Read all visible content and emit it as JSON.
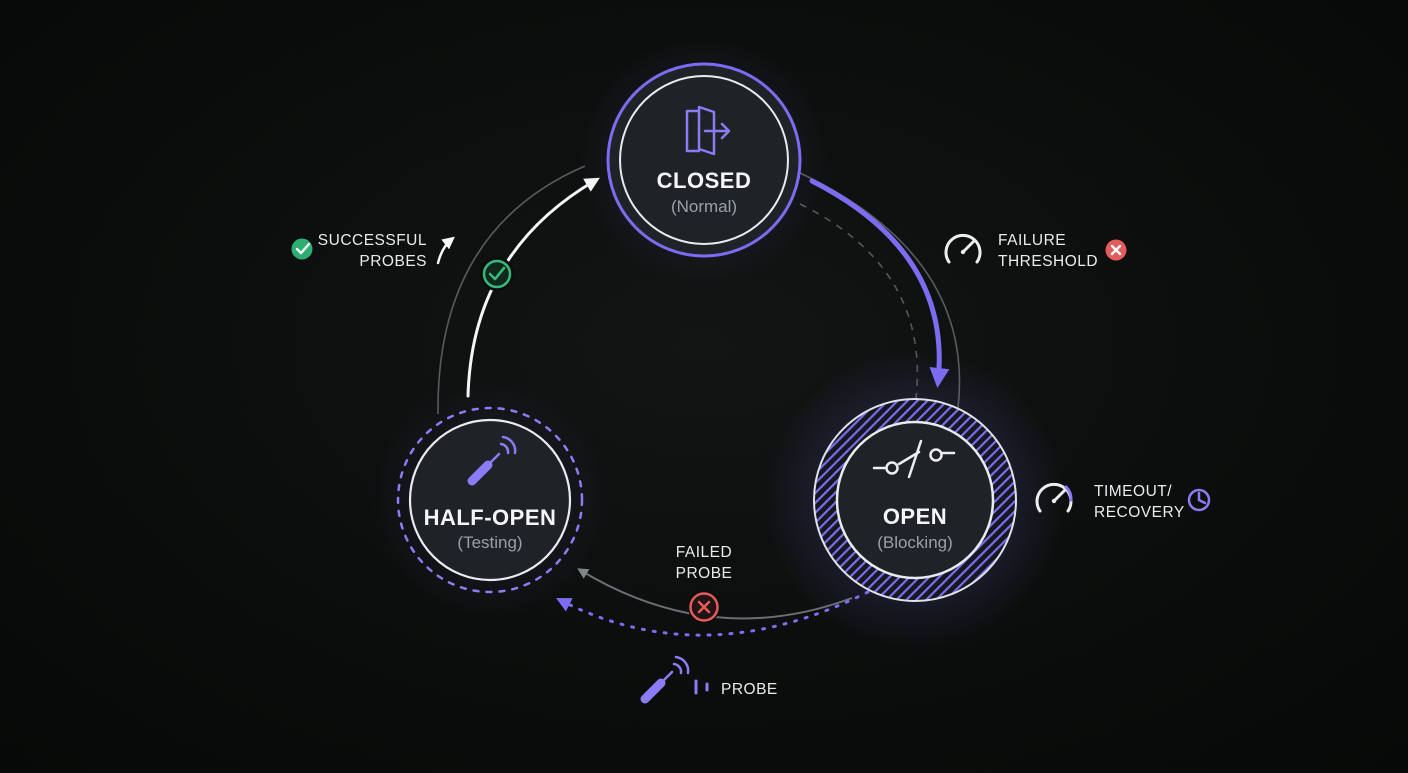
{
  "diagram": {
    "type": "state-diagram",
    "subject": "circuit-breaker-pattern"
  },
  "colors": {
    "background": "#0b0d0c",
    "accent_purple": "#7b6cf2",
    "success_green": "#2fae72",
    "error_red": "#e25c5c",
    "node_fill": "#1f2327",
    "ring_white": "#e9ebee",
    "arc_gray": "#5f6468"
  },
  "nodes": {
    "closed": {
      "title": "CLOSED",
      "subtitle": "(Normal)"
    },
    "open": {
      "title": "OPEN",
      "subtitle": "(Blocking)"
    },
    "half_open": {
      "title": "HALF-OPEN",
      "subtitle": "(Testing)"
    }
  },
  "transitions": {
    "successful_probes": {
      "line1": "SUCCESSFUL",
      "line2": "PROBES"
    },
    "failure_threshold": {
      "line1": "FAILURE",
      "line2": "THRESHOLD"
    },
    "timeout_recovery": {
      "line1": "TIMEOUT/",
      "line2": "RECOVERY"
    },
    "failed_probe": {
      "line1": "FAILED",
      "line2": "PROBE"
    },
    "probe": {
      "label": "PROBE"
    }
  }
}
